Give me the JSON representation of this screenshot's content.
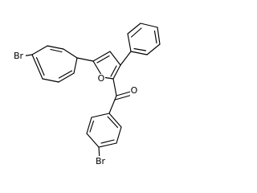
{
  "atoms": {
    "bromine_left": {
      "label": "Br"
    },
    "oxygen_ring": {
      "label": "O"
    },
    "oxygen_carbonyl": {
      "label": "O"
    },
    "bromine_bottom": {
      "label": "Br"
    }
  },
  "colors": {
    "bond": "#000000",
    "background": "#ffffff",
    "text": "#000000"
  }
}
